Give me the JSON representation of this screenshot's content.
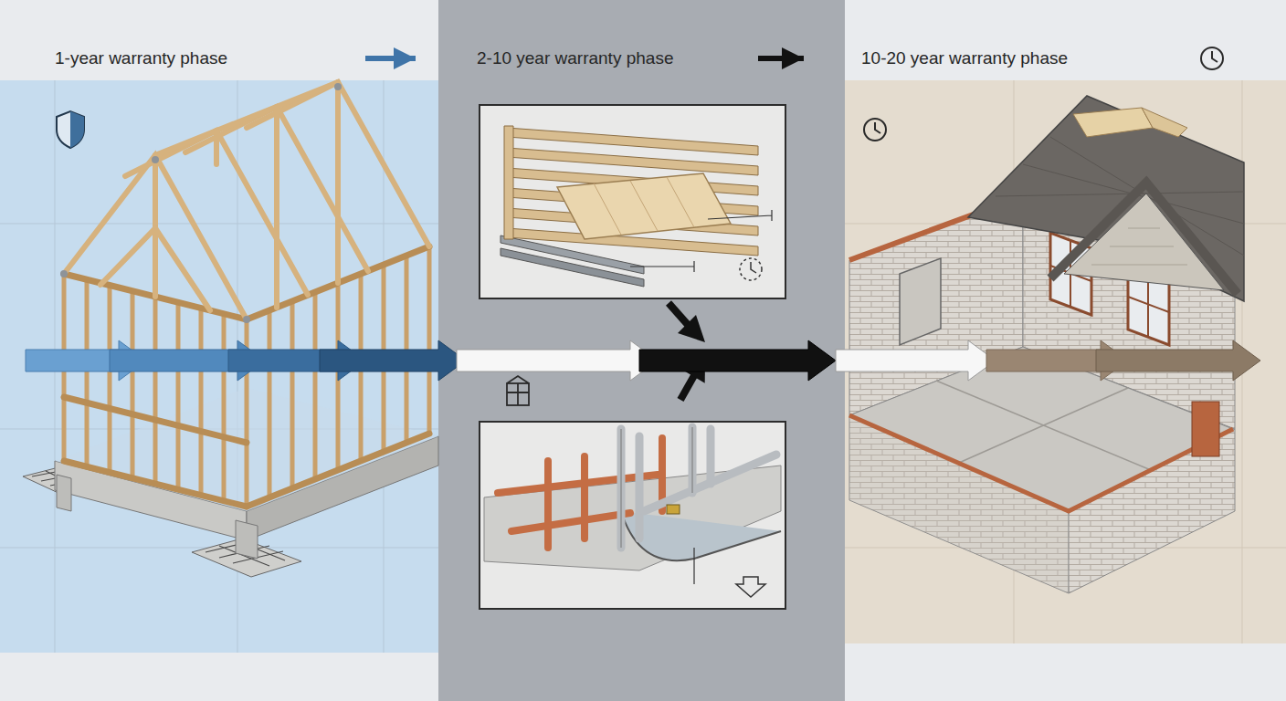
{
  "diagram": {
    "nodes": [
      {
        "text": [
          "1-year warranty phase"
        ]
      },
      {
        "text": [
          "2-10 year warranty phase"
        ]
      },
      {
        "text": [
          "10-20 year warranty phase"
        ]
      }
    ],
    "edges": [
      {
        "from": 0,
        "to": 1,
        "arrow": "to"
      },
      {
        "from": 1,
        "to": 2,
        "arrow": "to"
      }
    ]
  }
}
